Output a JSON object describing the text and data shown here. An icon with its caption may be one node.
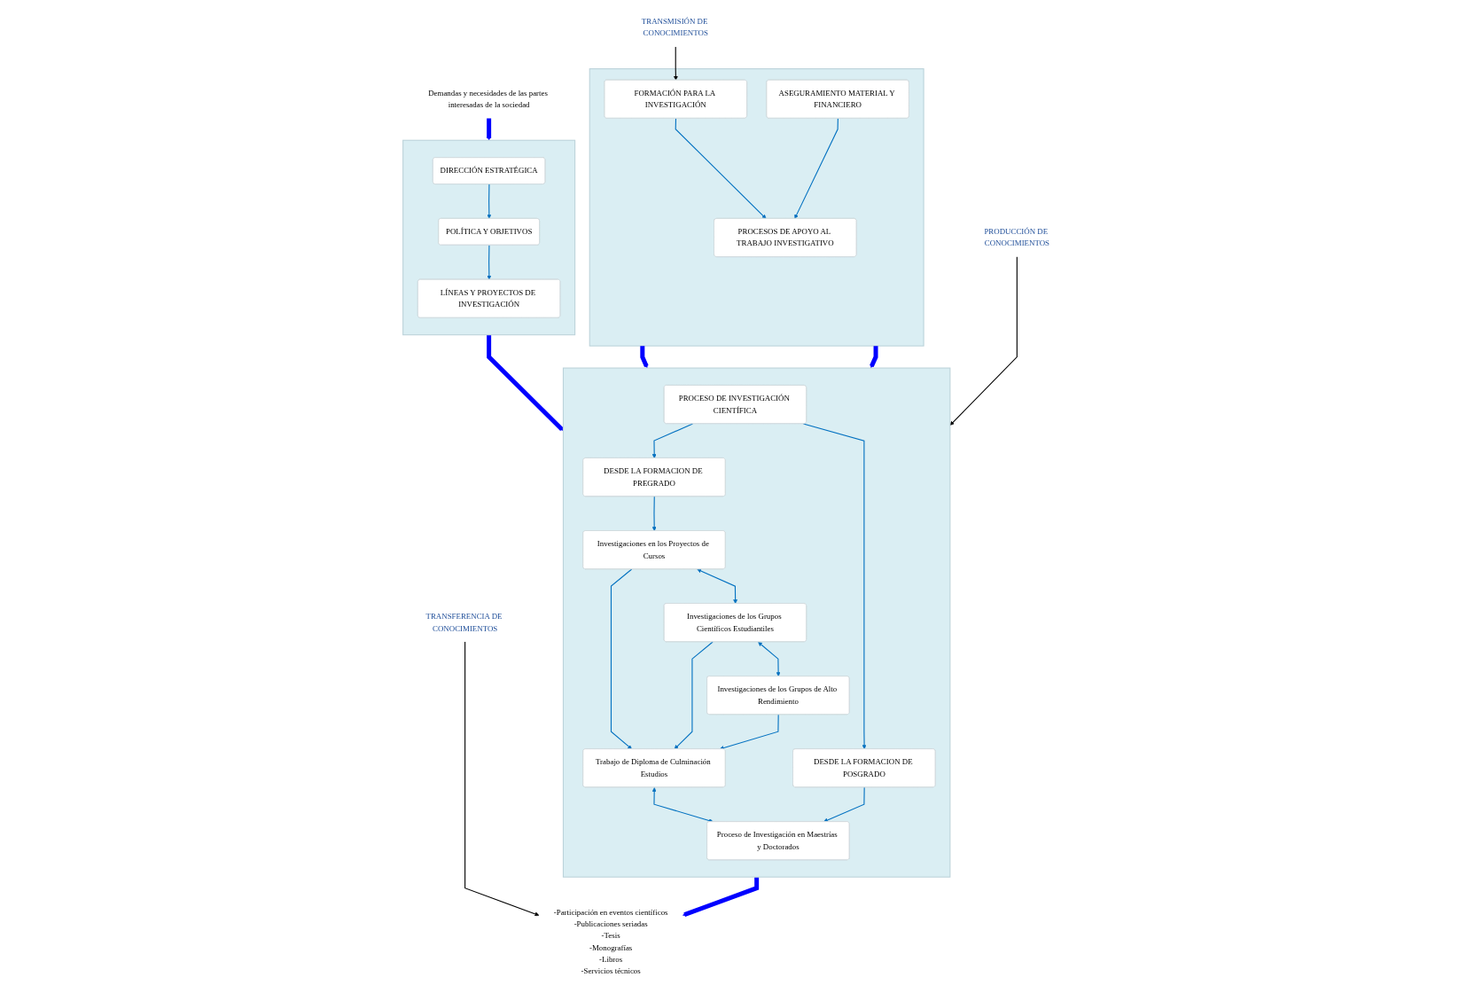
{
  "diagram": {
    "nodes": [
      {
        "text": [
          "Demandas y necesidades de las partes interesadas de la sociedad"
        ]
      },
      {
        "text": [],
        "shape": "box"
      },
      {
        "text": [
          "DIRECCIÓN ESTRATÉGICA"
        ],
        "in": 1
      },
      {
        "text": [
          "POLÍTICA Y OBJETIVOS"
        ],
        "in": 1
      },
      {
        "text": [
          "LÍNEAS Y PROYECTOS DE INVESTIGACIÓN"
        ],
        "in": 1
      },
      {
        "text": [],
        "shape": "box"
      },
      {
        "text": [
          "PROCESO DE INVESTIGACIÓN CIENTÍFICA"
        ],
        "in": 5
      },
      {
        "text": [
          "DESDE LA FORMACION DE PREGRADO"
        ],
        "in": 5
      },
      {
        "text": [
          "DESDE LA FORMACION DE POSGRADO"
        ],
        "in": 5
      },
      {
        "text": [
          "Investigaciones en los Proyectos de Cursos"
        ],
        "in": 5
      },
      {
        "text": [
          "Investigaciones de los Grupos Científicos Estudiantiles"
        ],
        "in": 5
      },
      {
        "text": [
          "Investigaciones de los Grupos de Alto Rendimiento"
        ],
        "in": 5
      },
      {
        "text": [
          "Trabajo de Diploma de Culminación Estudios"
        ],
        "in": 5
      },
      {
        "text": [
          "Proceso de Investigación en Maestrías y Doctorados"
        ],
        "in": 5
      },
      {
        "text": [],
        "shape": "box"
      },
      {
        "text": [
          "PROCESOS DE APOYO AL TRABAJO INVESTIGATIVO"
        ],
        "in": 14
      },
      {
        "text": [
          "FORMACIÓN PARA LA INVESTIGACIÓN"
        ],
        "in": 14
      },
      {
        "text": [
          "ASEGURAMIENTO MATERIAL Y FINANCIERO"
        ],
        "in": 14
      },
      {
        "text": [
          "PRODUCCIÓN DE CONOCIMIENTOS"
        ]
      },
      {
        "text": [
          "-Participación en eventos científicos",
          "-Publicaciones seriadas",
          "-Tesis",
          "-Monografías",
          "-Libros",
          "-Servicios técnicos"
        ]
      },
      {
        "text": [
          "TRANSFERENCIA DE CONOCIMIENTOS"
        ]
      },
      {
        "text": [
          "TRANSMISIÓN DE CONOCIMIENTOS"
        ]
      }
    ],
    "edges": [
      {
        "from": 0,
        "to": 1,
        "arrow": "to",
        "style": "thick",
        "color": "#0000ff"
      },
      {
        "from": 2,
        "to": 3,
        "arrow": "to"
      },
      {
        "from": 3,
        "to": 4,
        "arrow": "to"
      },
      {
        "from": 1,
        "to": 5,
        "arrow": "to",
        "style": "thick",
        "color": "#0000ff"
      },
      {
        "from": 6,
        "to": 7,
        "arrow": "to"
      },
      {
        "from": 6,
        "to": 8,
        "arrow": "to"
      },
      {
        "from": 7,
        "to": 9,
        "arrow": "to"
      },
      {
        "from": 9,
        "to": 10,
        "arrow": "both"
      },
      {
        "from": 10,
        "to": 11,
        "arrow": "both"
      },
      {
        "from": 9,
        "to": 12,
        "arrow": "to"
      },
      {
        "from": 10,
        "to": 12,
        "arrow": "to"
      },
      {
        "from": 11,
        "to": 12,
        "arrow": "to"
      },
      {
        "from": 12,
        "to": 13,
        "arrow": "both"
      },
      {
        "from": 8,
        "to": 13,
        "arrow": "to"
      },
      {
        "from": 14,
        "to": 5,
        "arrow": "to",
        "style": "thick",
        "color": "#0000ff"
      },
      {
        "from": 14,
        "to": 5,
        "arrow": "to",
        "style": "thick",
        "color": "#0000ff"
      },
      {
        "from": 16,
        "to": 15,
        "arrow": "to"
      },
      {
        "from": 17,
        "to": 15,
        "arrow": "to"
      },
      {
        "from": 18,
        "to": 5,
        "arrow": "to",
        "color": "#000000"
      },
      {
        "from": 5,
        "to": 19,
        "arrow": "to",
        "style": "thick",
        "color": "#0000ff"
      },
      {
        "from": 20,
        "to": 19,
        "arrow": "to",
        "color": "#000000"
      },
      {
        "from": 21,
        "to": 16,
        "arrow": "to",
        "color": "#000000"
      }
    ]
  }
}
